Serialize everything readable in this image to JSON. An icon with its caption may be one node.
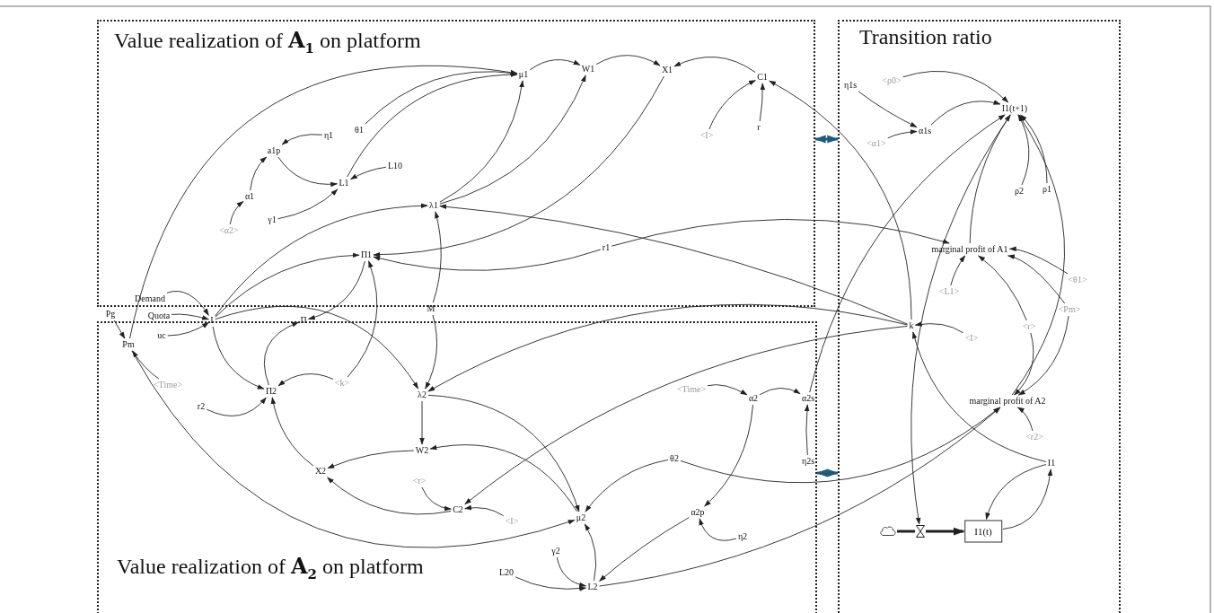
{
  "diagram": {
    "nodes": [
      {
        "text": [
          "Value realization of **A**$_{1}$ on platform"
        ]
      },
      {
        "text": [
          "Value realization of **A**$_{2}$ on platform"
        ]
      },
      {
        "text": [
          "Transition ratio"
        ]
      },
      {
        "text": [
          "μ1"
        ],
        "in": 0
      },
      {
        "text": [
          "W1"
        ],
        "in": 0
      },
      {
        "text": [
          "X1"
        ],
        "in": 0
      },
      {
        "text": [
          "C1"
        ],
        "in": 0
      },
      {
        "text": [
          "θ1"
        ],
        "in": 0
      },
      {
        "text": [
          "<I>"
        ],
        "in": 0
      },
      {
        "text": [
          "r"
        ],
        "in": 0
      },
      {
        "text": [
          "a1p"
        ],
        "in": 0
      },
      {
        "text": [
          "η1"
        ],
        "in": 0
      },
      {
        "text": [
          "L10"
        ],
        "in": 0
      },
      {
        "text": [
          "L1"
        ],
        "in": 0
      },
      {
        "text": [
          "α1"
        ],
        "in": 0
      },
      {
        "text": [
          "γ1"
        ],
        "in": 0
      },
      {
        "text": [
          "<α2>"
        ],
        "in": 0
      },
      {
        "text": [
          "λ1"
        ],
        "in": 0
      },
      {
        "text": [
          "r1"
        ],
        "in": 0
      },
      {
        "text": [
          "Π1"
        ],
        "in": 0
      },
      {
        "text": [
          "Demand"
        ],
        "in": 0
      },
      {
        "text": [
          "Pg"
        ]
      },
      {
        "text": [
          "Quota"
        ]
      },
      {
        "text": [
          "I"
        ]
      },
      {
        "text": [
          "Π"
        ]
      },
      {
        "text": [
          "M"
        ]
      },
      {
        "text": [
          "uc"
        ],
        "in": 1
      },
      {
        "text": [
          "Pm"
        ],
        "in": 1
      },
      {
        "text": [
          "<Time>"
        ],
        "in": 1
      },
      {
        "text": [
          "<k>"
        ],
        "in": 1
      },
      {
        "text": [
          "Π2"
        ],
        "in": 1
      },
      {
        "text": [
          "λ2"
        ],
        "in": 1
      },
      {
        "text": [
          "r2"
        ],
        "in": 1
      },
      {
        "text": [
          "W2"
        ],
        "in": 1
      },
      {
        "text": [
          "X2"
        ],
        "in": 1
      },
      {
        "text": [
          "<r>"
        ],
        "in": 1
      },
      {
        "text": [
          "C2"
        ],
        "in": 1
      },
      {
        "text": [
          "<I>"
        ],
        "in": 1
      },
      {
        "text": [
          "μ2"
        ],
        "in": 1
      },
      {
        "text": [
          "γ2"
        ],
        "in": 1
      },
      {
        "text": [
          "L20"
        ],
        "in": 1
      },
      {
        "text": [
          "L2"
        ],
        "in": 1
      },
      {
        "text": [
          "θ2"
        ],
        "in": 1
      },
      {
        "text": [
          "<Time>"
        ],
        "in": 1
      },
      {
        "text": [
          "α2"
        ],
        "in": 1
      },
      {
        "text": [
          "α2s"
        ],
        "in": 1
      },
      {
        "text": [
          "η2s"
        ],
        "in": 1
      },
      {
        "text": [
          "α2p"
        ],
        "in": 1
      },
      {
        "text": [
          "η2"
        ],
        "in": 1
      },
      {
        "text": [
          "<ρ0>"
        ],
        "in": 2
      },
      {
        "text": [
          "η1s"
        ],
        "in": 2
      },
      {
        "text": [
          "I1(t+1)"
        ],
        "in": 2
      },
      {
        "text": [
          "α1s"
        ],
        "in": 2
      },
      {
        "text": [
          "<α1>"
        ],
        "in": 2
      },
      {
        "text": [
          "ρ2"
        ],
        "in": 2
      },
      {
        "text": [
          "ρ1"
        ],
        "in": 2
      },
      {
        "text": [
          "marginal profit of A1"
        ],
        "in": 2
      },
      {
        "text": [
          "<θ1>"
        ],
        "in": 2
      },
      {
        "text": [
          "<L1>"
        ],
        "in": 2
      },
      {
        "text": [
          "<Pm>"
        ],
        "in": 2
      },
      {
        "text": [
          "k"
        ],
        "in": 2
      },
      {
        "text": [
          "<r>"
        ],
        "in": 2
      },
      {
        "text": [
          "<I>"
        ],
        "in": 2
      },
      {
        "text": [
          "marginal profit of A2"
        ],
        "in": 2
      },
      {
        "text": [
          "<r2>"
        ],
        "in": 2
      },
      {
        "text": [
          "I1"
        ],
        "in": 2
      },
      {
        "text": [],
        "shape": "cloud",
        "in": 2
      },
      {
        "text": [],
        "shape": "valve",
        "in": 2
      },
      {
        "text": [
          "I1(t)"
        ],
        "in": 2
      }
    ],
    "edges": [
      {
        "from": 27,
        "to": 3,
        "arrow": "to"
      },
      {
        "from": 13,
        "to": 3,
        "arrow": "to"
      },
      {
        "from": 7,
        "to": 3,
        "arrow": "to"
      },
      {
        "from": 17,
        "to": 3,
        "arrow": "to"
      },
      {
        "from": 3,
        "to": 4,
        "arrow": "to"
      },
      {
        "from": 4,
        "to": 5,
        "arrow": "to"
      },
      {
        "from": 6,
        "to": 5,
        "arrow": "to"
      },
      {
        "from": 17,
        "to": 4,
        "arrow": "to"
      },
      {
        "from": 60,
        "to": 17,
        "arrow": "to"
      },
      {
        "from": 5,
        "to": 19,
        "arrow": "to"
      },
      {
        "from": 18,
        "to": 19,
        "arrow": "to"
      },
      {
        "from": 18,
        "to": 56,
        "arrow": "to"
      },
      {
        "from": 60,
        "to": 6,
        "arrow": "to"
      },
      {
        "from": 8,
        "to": 6,
        "arrow": "to"
      },
      {
        "from": 9,
        "to": 6,
        "arrow": "to"
      },
      {
        "from": 11,
        "to": 10,
        "arrow": "to"
      },
      {
        "from": 14,
        "to": 10,
        "arrow": "to"
      },
      {
        "from": 10,
        "to": 13,
        "arrow": "to"
      },
      {
        "from": 12,
        "to": 13,
        "arrow": "to"
      },
      {
        "from": 15,
        "to": 13,
        "arrow": "to"
      },
      {
        "from": 16,
        "to": 14,
        "arrow": "to"
      },
      {
        "from": 23,
        "to": 17,
        "arrow": "to"
      },
      {
        "from": 23,
        "to": 19,
        "arrow": "to"
      },
      {
        "from": 23,
        "to": 31,
        "arrow": "to"
      },
      {
        "from": 23,
        "to": 30,
        "arrow": "to"
      },
      {
        "from": 20,
        "to": 23,
        "arrow": "to"
      },
      {
        "from": 22,
        "to": 23,
        "arrow": "to"
      },
      {
        "from": 26,
        "to": 23,
        "arrow": "to"
      },
      {
        "from": 30,
        "to": 24,
        "arrow": "to"
      },
      {
        "from": 19,
        "to": 24,
        "arrow": "to"
      },
      {
        "from": 29,
        "to": 19,
        "arrow": "to"
      },
      {
        "from": 29,
        "to": 30,
        "arrow": "to"
      },
      {
        "from": 25,
        "to": 17,
        "arrow": "to"
      },
      {
        "from": 25,
        "to": 31,
        "arrow": "to"
      },
      {
        "from": 32,
        "to": 30,
        "arrow": "to"
      },
      {
        "from": 34,
        "to": 30,
        "arrow": "to"
      },
      {
        "from": 31,
        "to": 33,
        "arrow": "to"
      },
      {
        "from": 33,
        "to": 34,
        "arrow": "to"
      },
      {
        "from": 36,
        "to": 34,
        "arrow": "to"
      },
      {
        "from": 35,
        "to": 36,
        "arrow": "to"
      },
      {
        "from": 37,
        "to": 36,
        "arrow": "to"
      },
      {
        "from": 60,
        "to": 36,
        "arrow": "to"
      },
      {
        "from": 60,
        "to": 31,
        "arrow": "to"
      },
      {
        "from": 38,
        "to": 33,
        "arrow": "to"
      },
      {
        "from": 31,
        "to": 38,
        "arrow": "to"
      },
      {
        "from": 27,
        "to": 38,
        "arrow": "to"
      },
      {
        "from": 42,
        "to": 38,
        "arrow": "to"
      },
      {
        "from": 41,
        "to": 38,
        "arrow": "to"
      },
      {
        "from": 39,
        "to": 41,
        "arrow": "to"
      },
      {
        "from": 40,
        "to": 41,
        "arrow": "to"
      },
      {
        "from": 47,
        "to": 41,
        "arrow": "to"
      },
      {
        "from": 41,
        "to": 63,
        "arrow": "to"
      },
      {
        "from": 42,
        "to": 63,
        "arrow": "to"
      },
      {
        "from": 43,
        "to": 44,
        "arrow": "to"
      },
      {
        "from": 44,
        "to": 45,
        "arrow": "to"
      },
      {
        "from": 44,
        "to": 47,
        "arrow": "to"
      },
      {
        "from": 48,
        "to": 47,
        "arrow": "to"
      },
      {
        "from": 46,
        "to": 45,
        "arrow": "to"
      },
      {
        "from": 45,
        "to": 51,
        "arrow": "to"
      },
      {
        "from": 50,
        "to": 52,
        "arrow": "to"
      },
      {
        "from": 53,
        "to": 52,
        "arrow": "to"
      },
      {
        "from": 52,
        "to": 51,
        "arrow": "to"
      },
      {
        "from": 49,
        "to": 51,
        "arrow": "to"
      },
      {
        "from": 54,
        "to": 51,
        "arrow": "to"
      },
      {
        "from": 55,
        "to": 51,
        "arrow": "to"
      },
      {
        "from": 56,
        "to": 51,
        "arrow": "to"
      },
      {
        "from": 63,
        "to": 51,
        "arrow": "to"
      },
      {
        "from": 59,
        "to": 56,
        "arrow": "to"
      },
      {
        "from": 61,
        "to": 56,
        "arrow": "to"
      },
      {
        "from": 57,
        "to": 56,
        "arrow": "to"
      },
      {
        "from": 58,
        "to": 56,
        "arrow": "to"
      },
      {
        "from": 59,
        "to": 63,
        "arrow": "to"
      },
      {
        "from": 61,
        "to": 63,
        "arrow": "to"
      },
      {
        "from": 64,
        "to": 63,
        "arrow": "to"
      },
      {
        "from": 51,
        "to": 67,
        "arrow": "to"
      },
      {
        "from": 66,
        "to": 67,
        "arrow": "none",
        "style": "thick"
      },
      {
        "from": 67,
        "to": 68,
        "arrow": "to",
        "style": "thick"
      },
      {
        "from": 68,
        "to": 65,
        "arrow": "to"
      },
      {
        "from": 65,
        "to": 68,
        "arrow": "to"
      },
      {
        "from": 62,
        "to": 60,
        "arrow": "to"
      },
      {
        "from": 65,
        "to": 60,
        "arrow": "to"
      },
      {
        "from": 21,
        "to": 27,
        "arrow": "to"
      },
      {
        "from": 28,
        "to": 27,
        "arrow": "to"
      },
      {
        "from": 0,
        "to": 2,
        "arrow": "both",
        "style": "thick",
        "color": "#1f5a7a"
      },
      {
        "from": 1,
        "to": 2,
        "arrow": "both",
        "style": "thick",
        "color": "#1f5a7a"
      }
    ]
  }
}
